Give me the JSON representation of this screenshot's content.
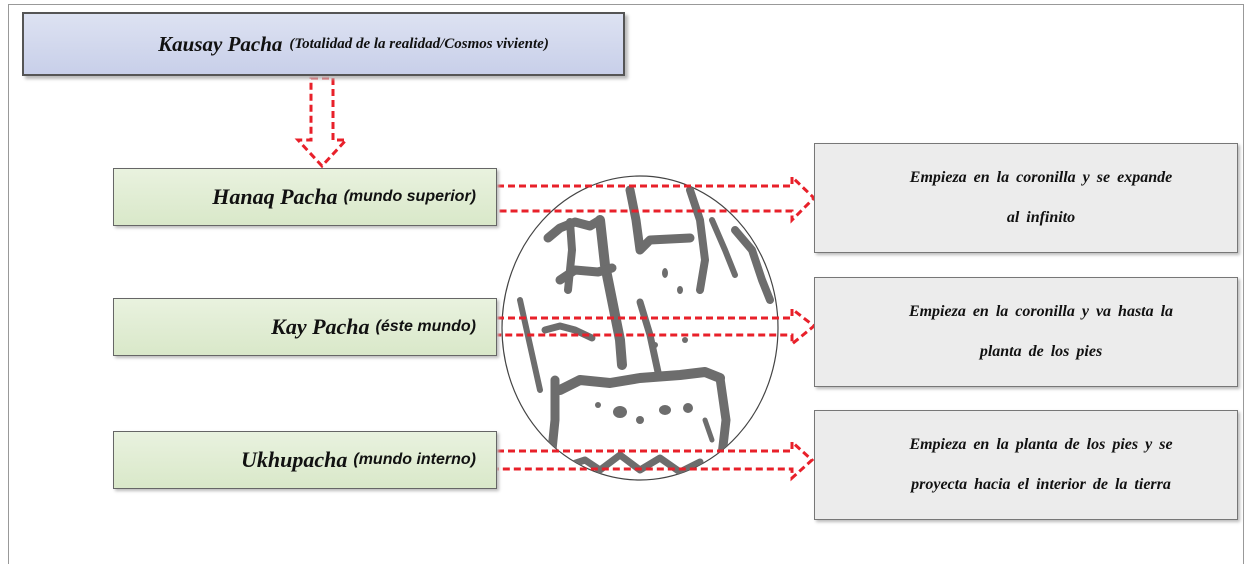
{
  "top": {
    "title": "Kausay Pacha",
    "subtitle": "(Totalidad de la realidad/Cosmos viviente)"
  },
  "levels": [
    {
      "name": "Hanaq Pacha",
      "qualifier": "(mundo superior)",
      "description_lines": [
        "Empieza en la coronilla y se expande",
        "al infinito"
      ]
    },
    {
      "name": "Kay Pacha",
      "qualifier": "(éste mundo)",
      "description_lines": [
        "Empieza en la coronilla y va hasta la",
        "planta de los pies"
      ]
    },
    {
      "name": "Ukhupacha",
      "qualifier": "(mundo interno)",
      "description_lines": [
        "Empieza en la planta de los pies y se",
        "proyecta hacia el interior de la tierra"
      ]
    }
  ],
  "colors": {
    "arrow": "#e8202a",
    "top_box": "#cdd3ea",
    "level_box": "#dde9ce",
    "description_box": "#ececec"
  },
  "central_image": "petroglyph-illustration"
}
